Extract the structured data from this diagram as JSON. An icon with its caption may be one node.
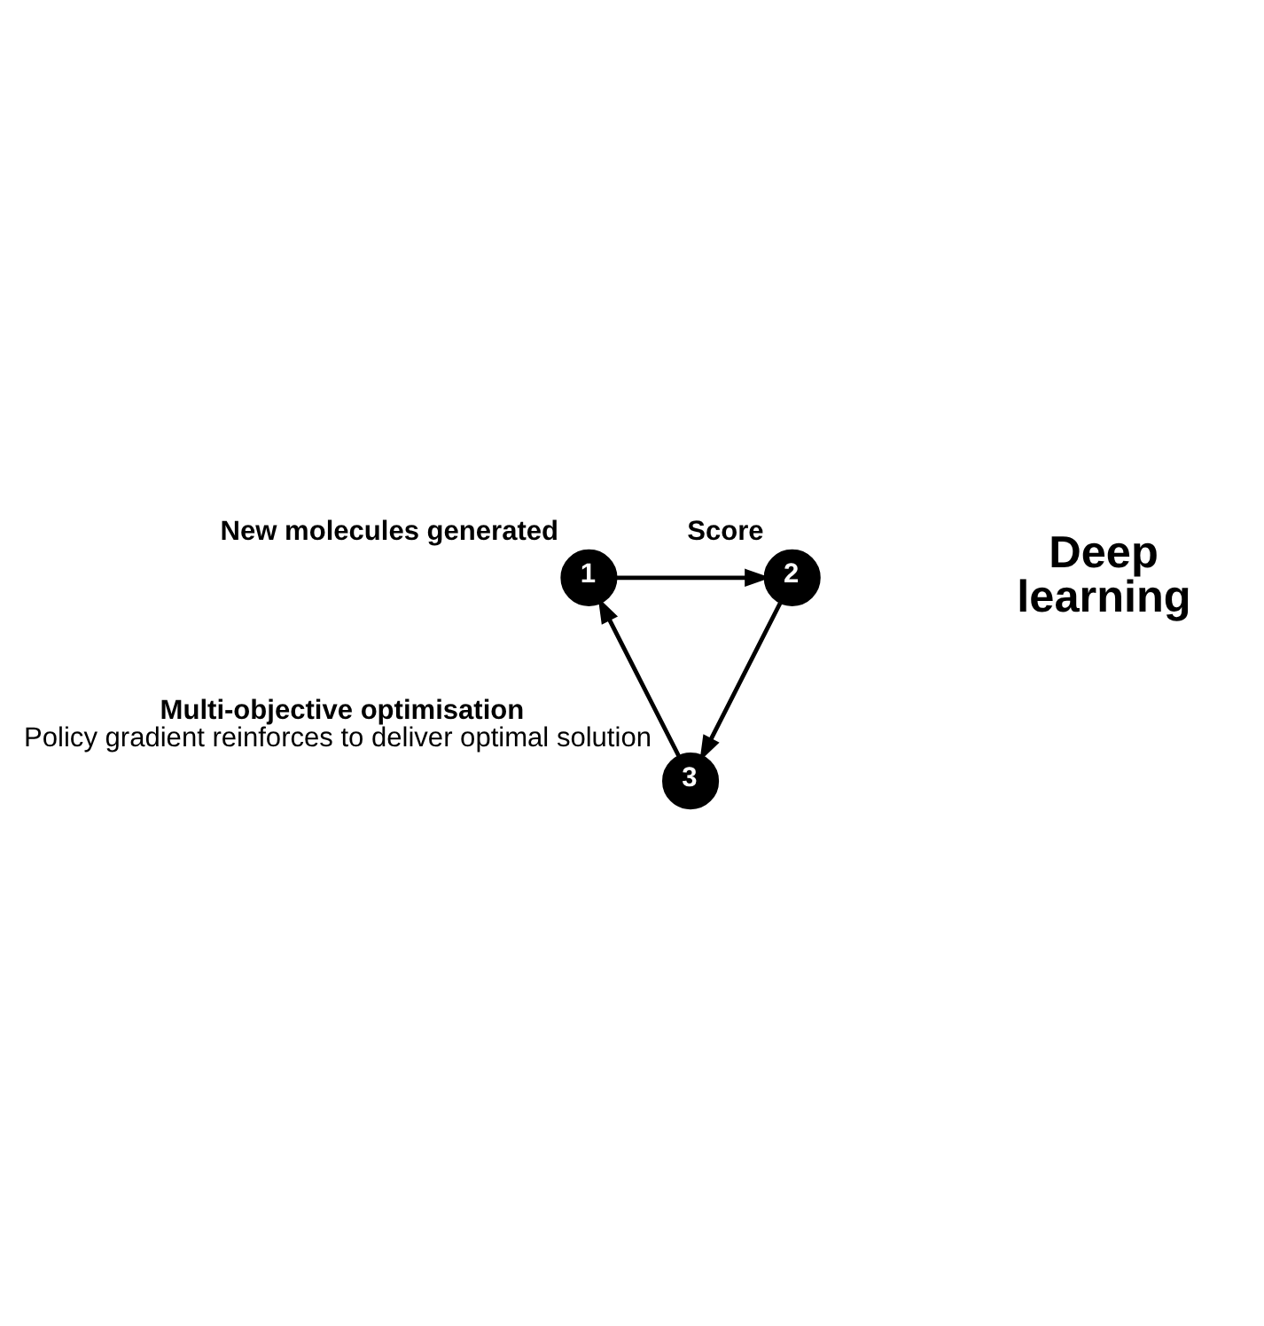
{
  "diagram": {
    "nodes": [
      {
        "text": [
          "1"
        ],
        "beside": [
          "New molecules generated"
        ]
      },
      {
        "text": [
          "2"
        ],
        "beside": [
          "Score"
        ]
      },
      {
        "text": [
          "3"
        ],
        "beside": [
          "Multi-objective optimisation",
          "Policy gradient reinforces to deliver optimal solution"
        ]
      }
    ],
    "edges": [
      {
        "from": 0,
        "to": 1,
        "arrow": "to"
      },
      {
        "from": 1,
        "to": 2,
        "arrow": "to"
      },
      {
        "from": 2,
        "to": 0,
        "arrow": "to"
      }
    ],
    "labels": [
      "Deep learning"
    ]
  }
}
